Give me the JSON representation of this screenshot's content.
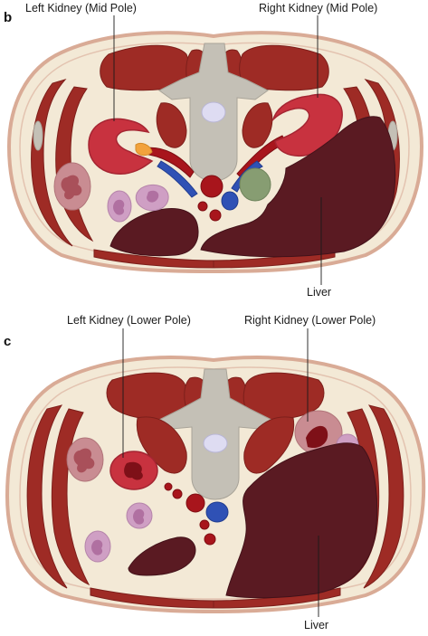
{
  "panels": [
    {
      "letter": "b",
      "labels": {
        "left_kidney": "Left Kidney (Mid Pole)",
        "right_kidney": "Right Kidney (Mid Pole)",
        "liver": "Liver"
      }
    },
    {
      "letter": "c",
      "labels": {
        "left_kidney": "Left Kidney (Lower Pole)",
        "right_kidney": "Right Kidney (Lower Pole)",
        "liver": "Liver"
      }
    }
  ],
  "colors": {
    "skin_fat": "#f3e9d6",
    "skin_edge": "#d9ab96",
    "muscle": "#9e2b25",
    "bone": "#c4c0b6",
    "kidney": "#c8323f",
    "liver": "#5a1a22",
    "artery": "#a8151c",
    "vein": "#2f51b5",
    "gallbladder": "#879d72",
    "adrenal": "#f2a23c"
  }
}
